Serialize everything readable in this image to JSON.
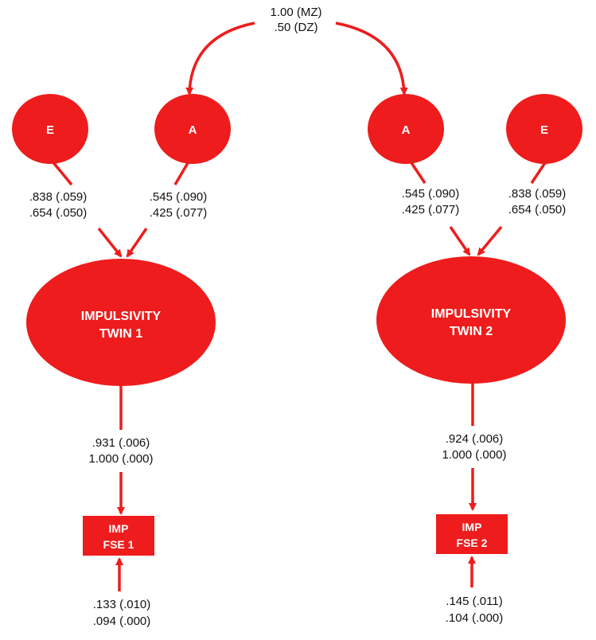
{
  "colors": {
    "accent": "#ee1c1c",
    "text": "#111111",
    "node_text": "#ffffff"
  },
  "correlation": {
    "line1": "1.00 (MZ)",
    "line2": ".50 (DZ)"
  },
  "twin1": {
    "e": "E",
    "a": "A",
    "e_path": {
      "line1": ".838 (.059)",
      "line2": ".654 (.050)"
    },
    "a_path": {
      "line1": ".545 (.090)",
      "line2": ".425 (.077)"
    },
    "latent": {
      "line1": "IMPULSIVITY",
      "line2": "TWIN 1"
    },
    "loading": {
      "line1": ".931 (.006)",
      "line2": "1.000 (.000)"
    },
    "indicator": {
      "line1": "IMP",
      "line2": "FSE 1"
    },
    "residual": {
      "line1": ".133 (.010)",
      "line2": ".094 (.000)"
    }
  },
  "twin2": {
    "e": "E",
    "a": "A",
    "e_path": {
      "line1": ".838 (.059)",
      "line2": ".654 (.050)"
    },
    "a_path": {
      "line1": ".545 (.090)",
      "line2": ".425 (.077)"
    },
    "latent": {
      "line1": "IMPULSIVITY",
      "line2": "TWIN 2"
    },
    "loading": {
      "line1": ".924 (.006)",
      "line2": "1.000 (.000)"
    },
    "indicator": {
      "line1": "IMP",
      "line2": "FSE 2"
    },
    "residual": {
      "line1": ".145 (.011)",
      "line2": ".104 (.000)"
    }
  }
}
